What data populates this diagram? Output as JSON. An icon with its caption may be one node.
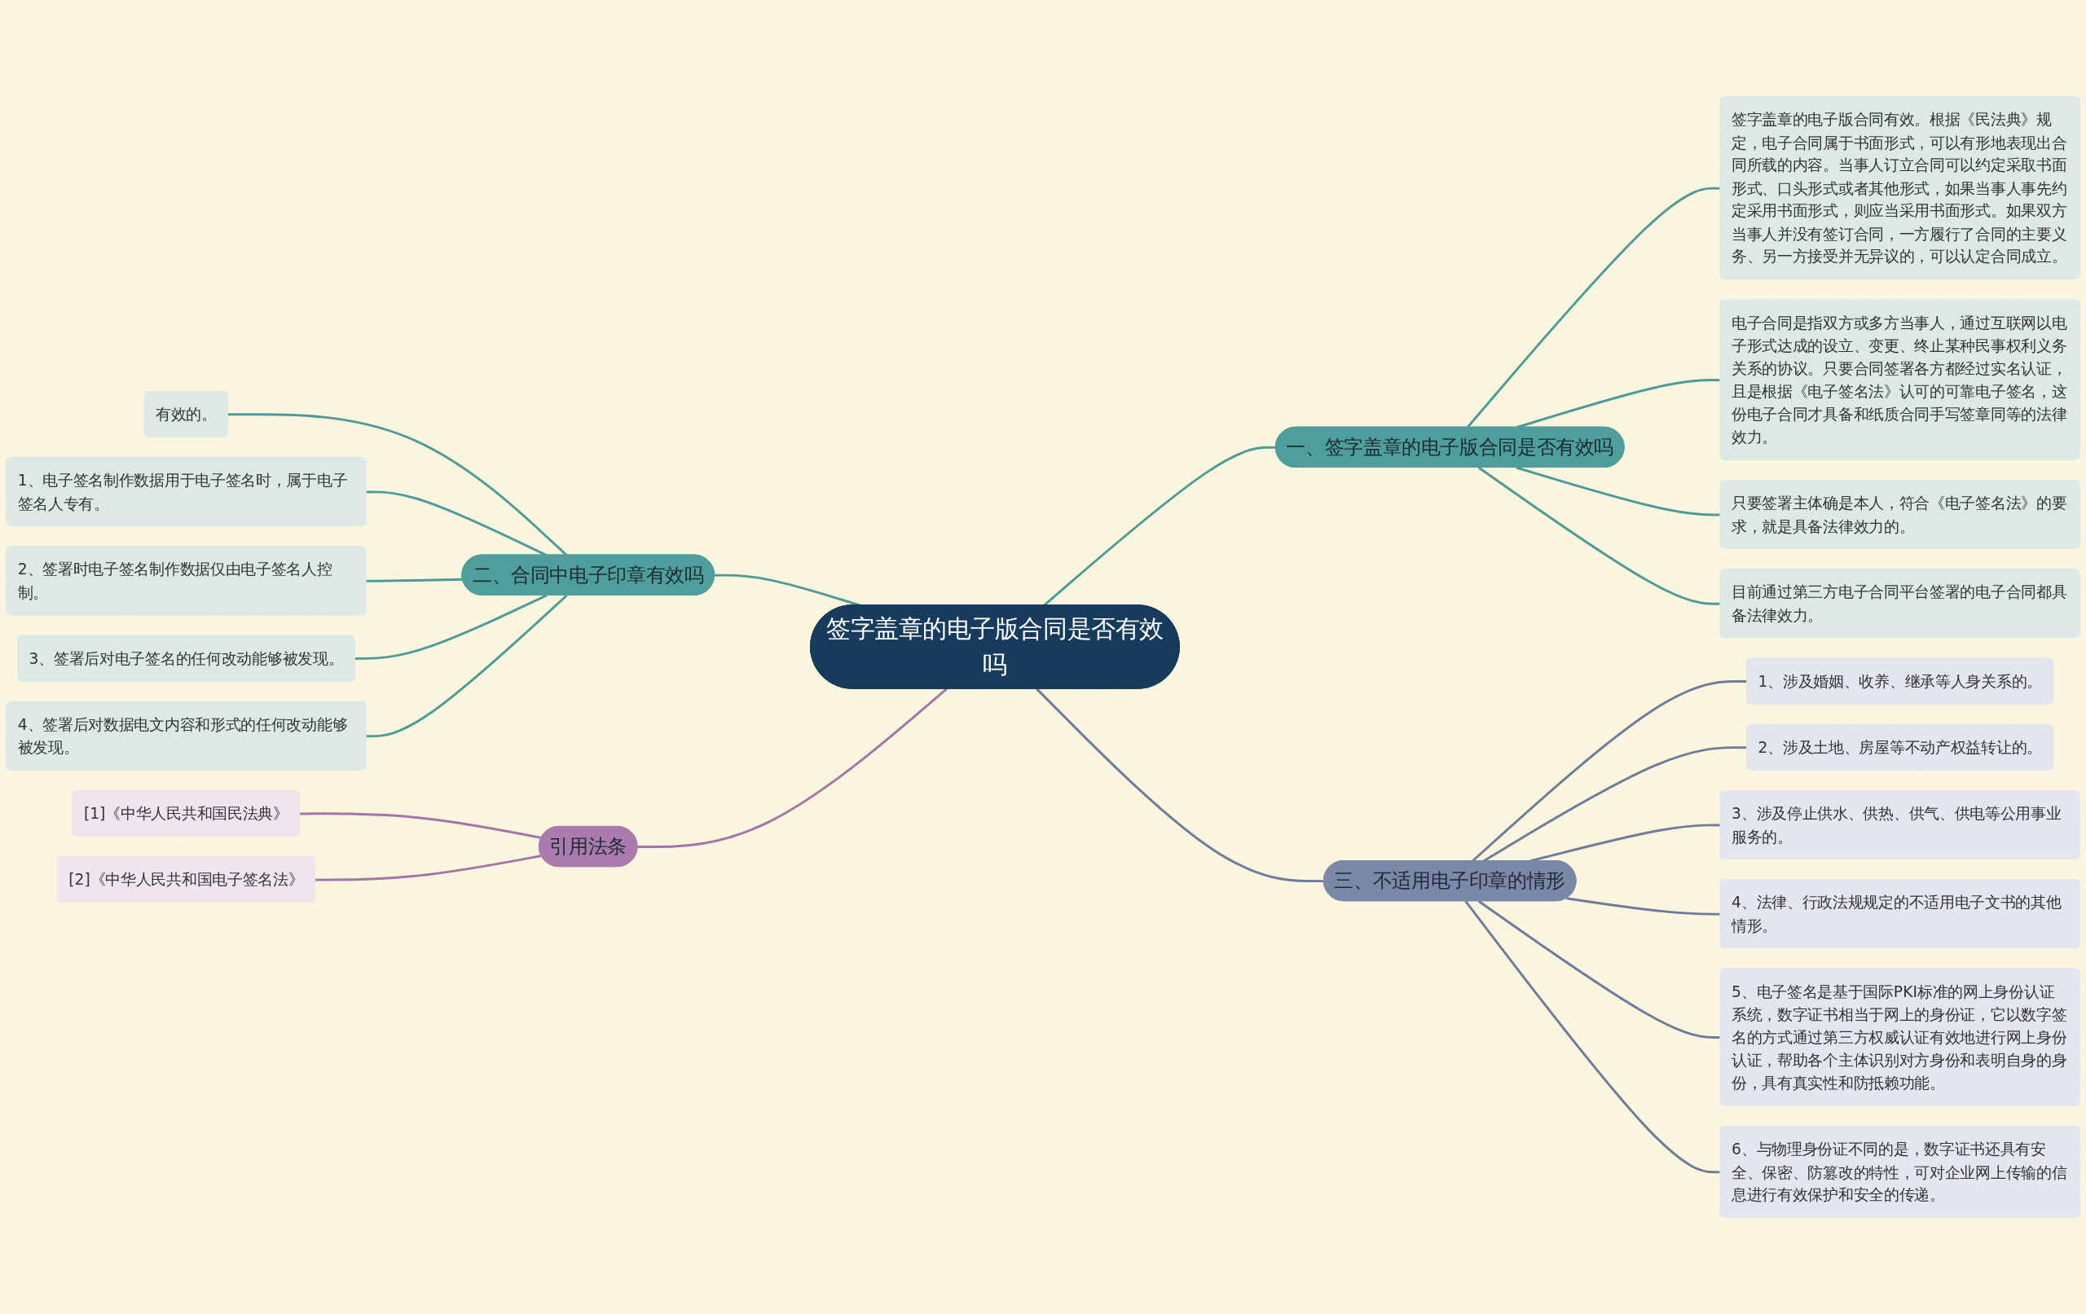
{
  "diagram": {
    "nodes": [
      {
        "text": [
          "签字盖章的电子版合同是否有效吗"
        ]
      },
      {
        "text": [
          "一、签字盖章的电子版合同是否有效吗"
        ]
      },
      {
        "text": [
          "签字盖章的电子版合同有效。根据《民法典》规定，电子合同属于书面形式，可以有形地表现出合同所载的内容。当事人订立合同可以约定采取书面形式、口头形式或者其他形式，如果当事人事先约定采用书面形式，则应当采用书面形式。如果双方当事人并没有签订合同，一方履行了合同的主要义务、另一方接受并无异议的，可以认定合同成立。"
        ]
      },
      {
        "text": [
          "电子合同是指双方或多方当事人，通过互联网以电子形式达成的设立、变更、终止某种民事权利义务关系的协议。只要合同签署各方都经过实名认证，且是根据《电子签名法》认可的可靠电子签名，这份电子合同才具备和纸质合同手写签章同等的法律效力。"
        ]
      },
      {
        "text": [
          "只要签署主体确是本人，符合《电子签名法》的要求，就是具备法律效力的。"
        ]
      },
      {
        "text": [
          "目前通过第三方电子合同平台签署的电子合同都具备法律效力。"
        ]
      },
      {
        "text": [
          "二、合同中电子印章有效吗"
        ]
      },
      {
        "text": [
          "有效的。"
        ]
      },
      {
        "text": [
          "1、电子签名制作数据用于电子签名时，属于电子签名人专有。"
        ]
      },
      {
        "text": [
          "2、签署时电子签名制作数据仅由电子签名人控制。"
        ]
      },
      {
        "text": [
          "3、签署后对电子签名的任何改动能够被发现。"
        ]
      },
      {
        "text": [
          "4、签署后对数据电文内容和形式的任何改动能够被发现。"
        ]
      },
      {
        "text": [
          "三、不适用电子印章的情形"
        ]
      },
      {
        "text": [
          "1、涉及婚姻、收养、继承等人身关系的。"
        ]
      },
      {
        "text": [
          "2、涉及土地、房屋等不动产权益转让的。"
        ]
      },
      {
        "text": [
          "3、涉及停止供水、供热、供气、供电等公用事业服务的。"
        ]
      },
      {
        "text": [
          "4、法律、行政法规规定的不适用电子文书的其他情形。"
        ]
      },
      {
        "text": [
          "5、电子签名是基于国际PKI标准的网上身份认证系统，数字证书相当于网上的身份证，它以数字签名的方式通过第三方权威认证有效地进行网上身份认证，帮助各个主体识别对方身份和表明自身的身份，具有真实性和防抵赖功能。"
        ]
      },
      {
        "text": [
          "6、与物理身份证不同的是，数字证书还具有安全、保密、防篡改的特性，可对企业网上传输的信息进行有效保护和安全的传递。"
        ]
      },
      {
        "text": [
          "引用法条"
        ]
      },
      {
        "text": [
          "[1]《中华人民共和国民法典》"
        ]
      },
      {
        "text": [
          "[2]《中华人民共和国电子签名法》"
        ]
      }
    ],
    "edges": [
      {
        "from": 0,
        "to": 1,
        "arrow": "none"
      },
      {
        "from": 1,
        "to": 2,
        "arrow": "none"
      },
      {
        "from": 1,
        "to": 3,
        "arrow": "none"
      },
      {
        "from": 1,
        "to": 4,
        "arrow": "none"
      },
      {
        "from": 1,
        "to": 5,
        "arrow": "none"
      },
      {
        "from": 6,
        "to": 0,
        "arrow": "none"
      },
      {
        "from": 7,
        "to": 6,
        "arrow": "none"
      },
      {
        "from": 8,
        "to": 6,
        "arrow": "none"
      },
      {
        "from": 9,
        "to": 6,
        "arrow": "none"
      },
      {
        "from": 10,
        "to": 6,
        "arrow": "none"
      },
      {
        "from": 11,
        "to": 6,
        "arrow": "none"
      },
      {
        "from": 0,
        "to": 12,
        "arrow": "none",
        "color": "#6f7b9b"
      },
      {
        "from": 12,
        "to": 13,
        "arrow": "none",
        "color": "#6f7b9b"
      },
      {
        "from": 12,
        "to": 14,
        "arrow": "none",
        "color": "#6f7b9b"
      },
      {
        "from": 12,
        "to": 15,
        "arrow": "none",
        "color": "#6f7b9b"
      },
      {
        "from": 12,
        "to": 16,
        "arrow": "none",
        "color": "#6f7b9b"
      },
      {
        "from": 12,
        "to": 17,
        "arrow": "none",
        "color": "#6f7b9b"
      },
      {
        "from": 12,
        "to": 18,
        "arrow": "none",
        "color": "#6f7b9b"
      },
      {
        "from": 19,
        "to": 0,
        "arrow": "none",
        "color": "#a274a8"
      },
      {
        "from": 20,
        "to": 19,
        "arrow": "none",
        "color": "#a274a8"
      },
      {
        "from": 21,
        "to": 19,
        "arrow": "none",
        "color": "#a274a8"
      }
    ]
  }
}
